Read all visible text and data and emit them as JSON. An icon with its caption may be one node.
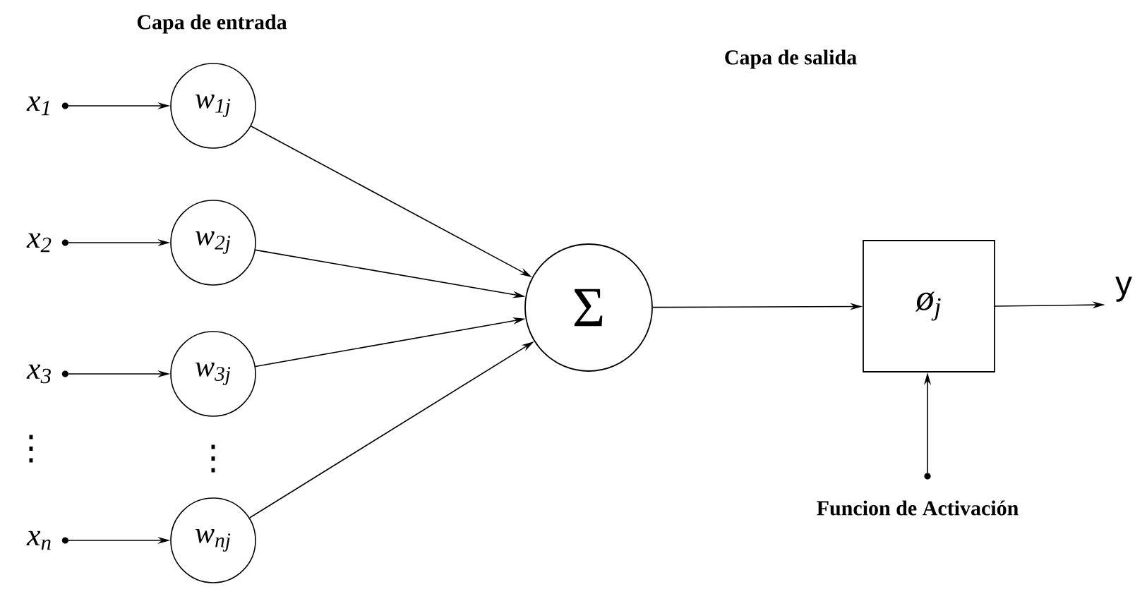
{
  "diagram": {
    "nodes": [
      {
        "text": [
          "x$_{1}$"
        ]
      },
      {
        "text": [
          "x$_{2}$"
        ]
      },
      {
        "text": [
          "x$_{3}$"
        ]
      },
      {
        "text": [
          "x$_{n}$"
        ]
      },
      {
        "text": [
          "w$_{1j}$"
        ]
      },
      {
        "text": [
          "w$_{2j}$"
        ]
      },
      {
        "text": [
          "w$_{3j}$"
        ]
      },
      {
        "text": [
          "w$_{nj}$"
        ]
      },
      {
        "text": [
          "Σ"
        ]
      },
      {
        "text": [
          "ø$_{j}$"
        ]
      },
      {
        "text": [
          "y"
        ]
      },
      {
        "text": [
          "Funcion de Activación"
        ]
      }
    ],
    "edges": [
      {
        "from": 0,
        "to": 4,
        "arrow": "to"
      },
      {
        "from": 1,
        "to": 5,
        "arrow": "to"
      },
      {
        "from": 2,
        "to": 6,
        "arrow": "to"
      },
      {
        "from": 3,
        "to": 7,
        "arrow": "to"
      },
      {
        "from": 4,
        "to": 8,
        "arrow": "to"
      },
      {
        "from": 5,
        "to": 8,
        "arrow": "to"
      },
      {
        "from": 6,
        "to": 8,
        "arrow": "to"
      },
      {
        "from": 7,
        "to": 8,
        "arrow": "to"
      },
      {
        "from": 8,
        "to": 9,
        "arrow": "to"
      },
      {
        "from": 9,
        "to": 10,
        "arrow": "to"
      },
      {
        "from": 11,
        "to": 9,
        "arrow": "to"
      }
    ],
    "labels": [
      "Capa de entrada",
      "Capa de salida",
      "⋮",
      "⋮"
    ]
  }
}
